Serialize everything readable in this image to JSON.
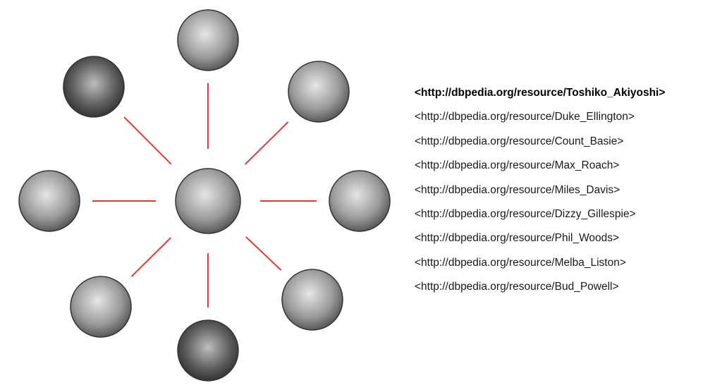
{
  "colors": {
    "connector": "#e03a3a",
    "portrait_ring": "#333333"
  },
  "center_portrait": {
    "name": "Toshiko_Akiyoshi"
  },
  "portraits": [
    {
      "name": "Duke_Ellington",
      "connected": true
    },
    {
      "name": "Count_Basie",
      "connected": true
    },
    {
      "name": "Max_Roach",
      "connected": true
    },
    {
      "name": "Miles_Davis",
      "connected": true
    },
    {
      "name": "Dizzy_Gillespie",
      "connected": true
    },
    {
      "name": "Phil_Woods",
      "connected": true
    },
    {
      "name": "Melba_Liston",
      "connected": true
    },
    {
      "name": "Bud_Powell",
      "connected": true
    }
  ],
  "uris": [
    "<http://dbpedia.org/resource/Toshiko_Akiyoshi>",
    "<http://dbpedia.org/resource/Duke_Ellington>",
    "<http://dbpedia.org/resource/Count_Basie>",
    "<http://dbpedia.org/resource/Max_Roach>",
    "<http://dbpedia.org/resource/Miles_Davis>",
    "<http://dbpedia.org/resource/Dizzy_Gillespie>",
    "<http://dbpedia.org/resource/Phil_Woods>",
    "<http://dbpedia.org/resource/Melba_Liston>",
    "<http://dbpedia.org/resource/Bud_Powell>"
  ]
}
